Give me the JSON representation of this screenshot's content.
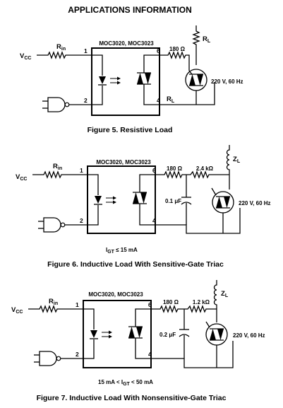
{
  "header": {
    "title": "APPLICATIONS INFORMATION"
  },
  "figures": [
    {
      "caption": "Figure 5. Resistive Load",
      "part": "MOC3020, MOC3023",
      "pin1": "1",
      "pin2": "2",
      "pin4": "4",
      "pin6": "6",
      "vcc": "V",
      "vcc_sub": "CC",
      "rin": "R",
      "rin_sub": "in",
      "r_series": "180 Ω",
      "load_top": "R",
      "load_top_sub": "L",
      "load_bottom": "R",
      "load_bottom_sub": "L",
      "mains": "220 V, 60 Hz"
    },
    {
      "caption": "Figure 6. Inductive Load With Sensitive-Gate Triac",
      "part": "MOC3020, MOC3023",
      "pin1": "1",
      "pin2": "2",
      "pin4": "4",
      "pin6": "6",
      "vcc": "V",
      "vcc_sub": "CC",
      "rin": "R",
      "rin_sub": "in",
      "r_series": "180 Ω",
      "r_snubber": "2.4 kΩ",
      "c_snubber": "0.1 μF",
      "load": "Z",
      "load_sub": "L",
      "mains": "220 V, 60 Hz",
      "note_prefix": "I",
      "note_sub": "GT",
      "note_suffix": " ≤ 15 mA"
    },
    {
      "caption": "Figure 7. Inductive Load With Nonsensitive-Gate Triac",
      "part": "MOC3020, MOC3023",
      "pin1": "1",
      "pin2": "2",
      "pin4": "4",
      "pin6": "6",
      "vcc": "V",
      "vcc_sub": "CC",
      "rin": "R",
      "rin_sub": "in",
      "r_series": "180 Ω",
      "r_snubber": "1.2 kΩ",
      "c_snubber": "0.2 μF",
      "load": "Z",
      "load_sub": "L",
      "mains": "220 V, 60 Hz",
      "note_prefix": "15 mA < I",
      "note_sub": "GT",
      "note_suffix": " < 50 mA"
    }
  ]
}
